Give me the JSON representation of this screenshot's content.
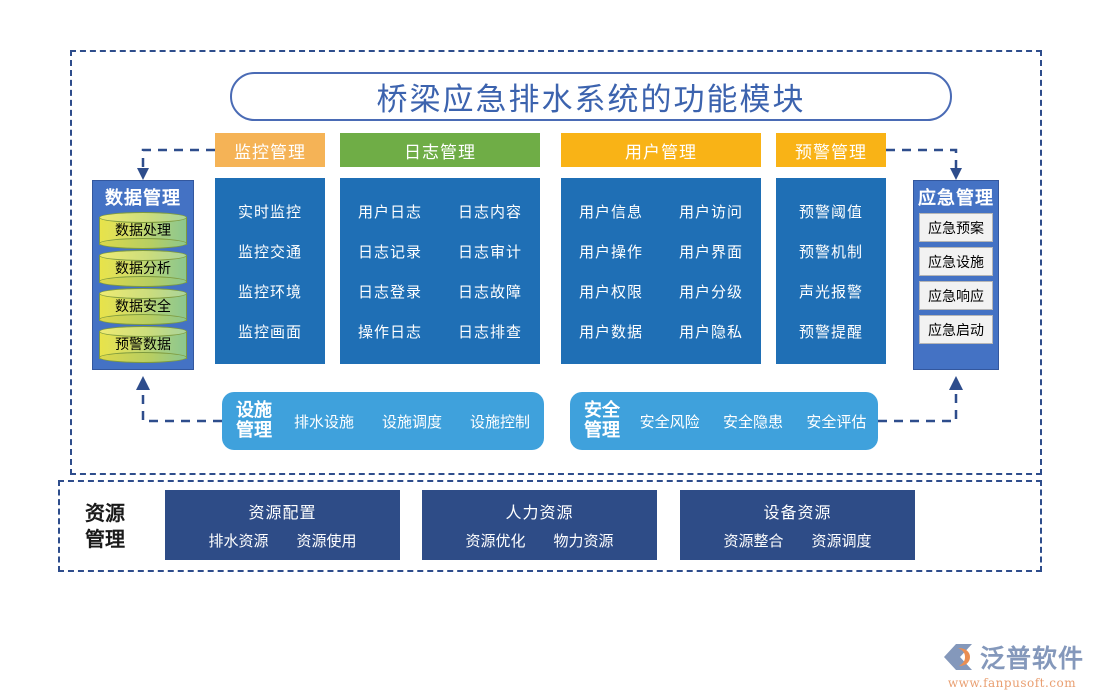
{
  "title": "桥梁应急排水系统的功能模块",
  "categories": [
    {
      "name": "monitor",
      "header": "监控管理",
      "header_color": "#F5B356",
      "layout": "single",
      "items": [
        "实时监控",
        "监控交通",
        "监控环境",
        "监控画面"
      ]
    },
    {
      "name": "log",
      "header": "日志管理",
      "header_color": "#6FAD46",
      "layout": "double",
      "items": [
        "用户日志",
        "日志内容",
        "日志记录",
        "日志审计",
        "日志登录",
        "日志故障",
        "操作日志",
        "日志排查"
      ]
    },
    {
      "name": "user",
      "header": "用户管理",
      "header_color": "#F9B316",
      "layout": "double",
      "items": [
        "用户信息",
        "用户访问",
        "用户操作",
        "用户界面",
        "用户权限",
        "用户分级",
        "用户数据",
        "用户隐私"
      ]
    },
    {
      "name": "warning",
      "header": "预警管理",
      "header_color": "#F9B316",
      "layout": "single",
      "items": [
        "预警阈值",
        "预警机制",
        "声光报警",
        "预警提醒"
      ]
    }
  ],
  "data_management": {
    "title": "数据管理",
    "items": [
      "数据处理",
      "数据分析",
      "数据安全",
      "预警数据"
    ]
  },
  "emergency_management": {
    "title": "应急管理",
    "items": [
      "应急预案",
      "应急设施",
      "应急响应",
      "应急启动"
    ]
  },
  "bars": [
    {
      "name": "facility",
      "title_line1": "设施",
      "title_line2": "管理",
      "items": [
        "排水设施",
        "设施调度",
        "设施控制"
      ]
    },
    {
      "name": "safety",
      "title_line1": "安全",
      "title_line2": "管理",
      "items": [
        "安全风险",
        "安全隐患",
        "安全评估"
      ]
    }
  ],
  "resource": {
    "label_line1": "资源",
    "label_line2": "管理",
    "boxes": [
      {
        "title": "资源配置",
        "subs": [
          "排水资源",
          "资源使用"
        ]
      },
      {
        "title": "人力资源",
        "subs": [
          "资源优化",
          "物力资源"
        ]
      },
      {
        "title": "设备资源",
        "subs": [
          "资源整合",
          "资源调度"
        ]
      }
    ]
  },
  "logo": {
    "text": "泛普软件",
    "url": "www.fanpusoft.com"
  },
  "colors": {
    "dashed_border": "#2E4D8C",
    "panel_blue": "#1F6FB5",
    "group_blue": "#4472C4",
    "bar_blue": "#3FA1DC",
    "resource_blue": "#2E4C87",
    "title_blue": "#3C63AE"
  }
}
